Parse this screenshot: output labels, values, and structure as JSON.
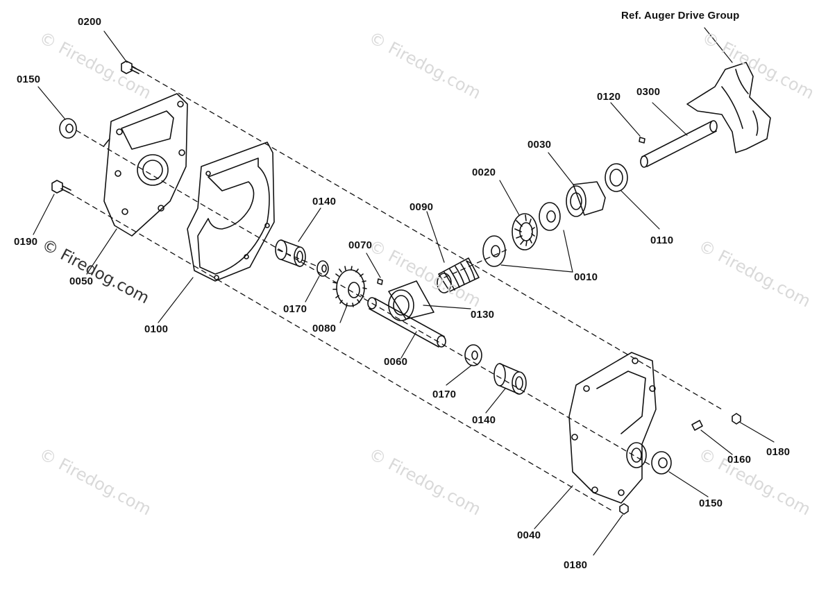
{
  "ref_label": "Ref. Auger Drive Group",
  "watermark": "© Firedog.com",
  "part_labels": {
    "p0200": "0200",
    "p0150_top": "0150",
    "p0190": "0190",
    "p0050": "0050",
    "p0100": "0100",
    "p0140_top": "0140",
    "p0170_top": "0170",
    "p0070": "0070",
    "p0080": "0080",
    "p0090": "0090",
    "p0130": "0130",
    "p0060": "0060",
    "p0020": "0020",
    "p0030": "0030",
    "p0120": "0120",
    "p0300": "0300",
    "p0110": "0110",
    "p0010": "0010",
    "p0170_bot": "0170",
    "p0140_bot": "0140",
    "p0040": "0040",
    "p0160": "0160",
    "p0180_right": "0180",
    "p0150_bot": "0150",
    "p0180_bot": "0180"
  }
}
